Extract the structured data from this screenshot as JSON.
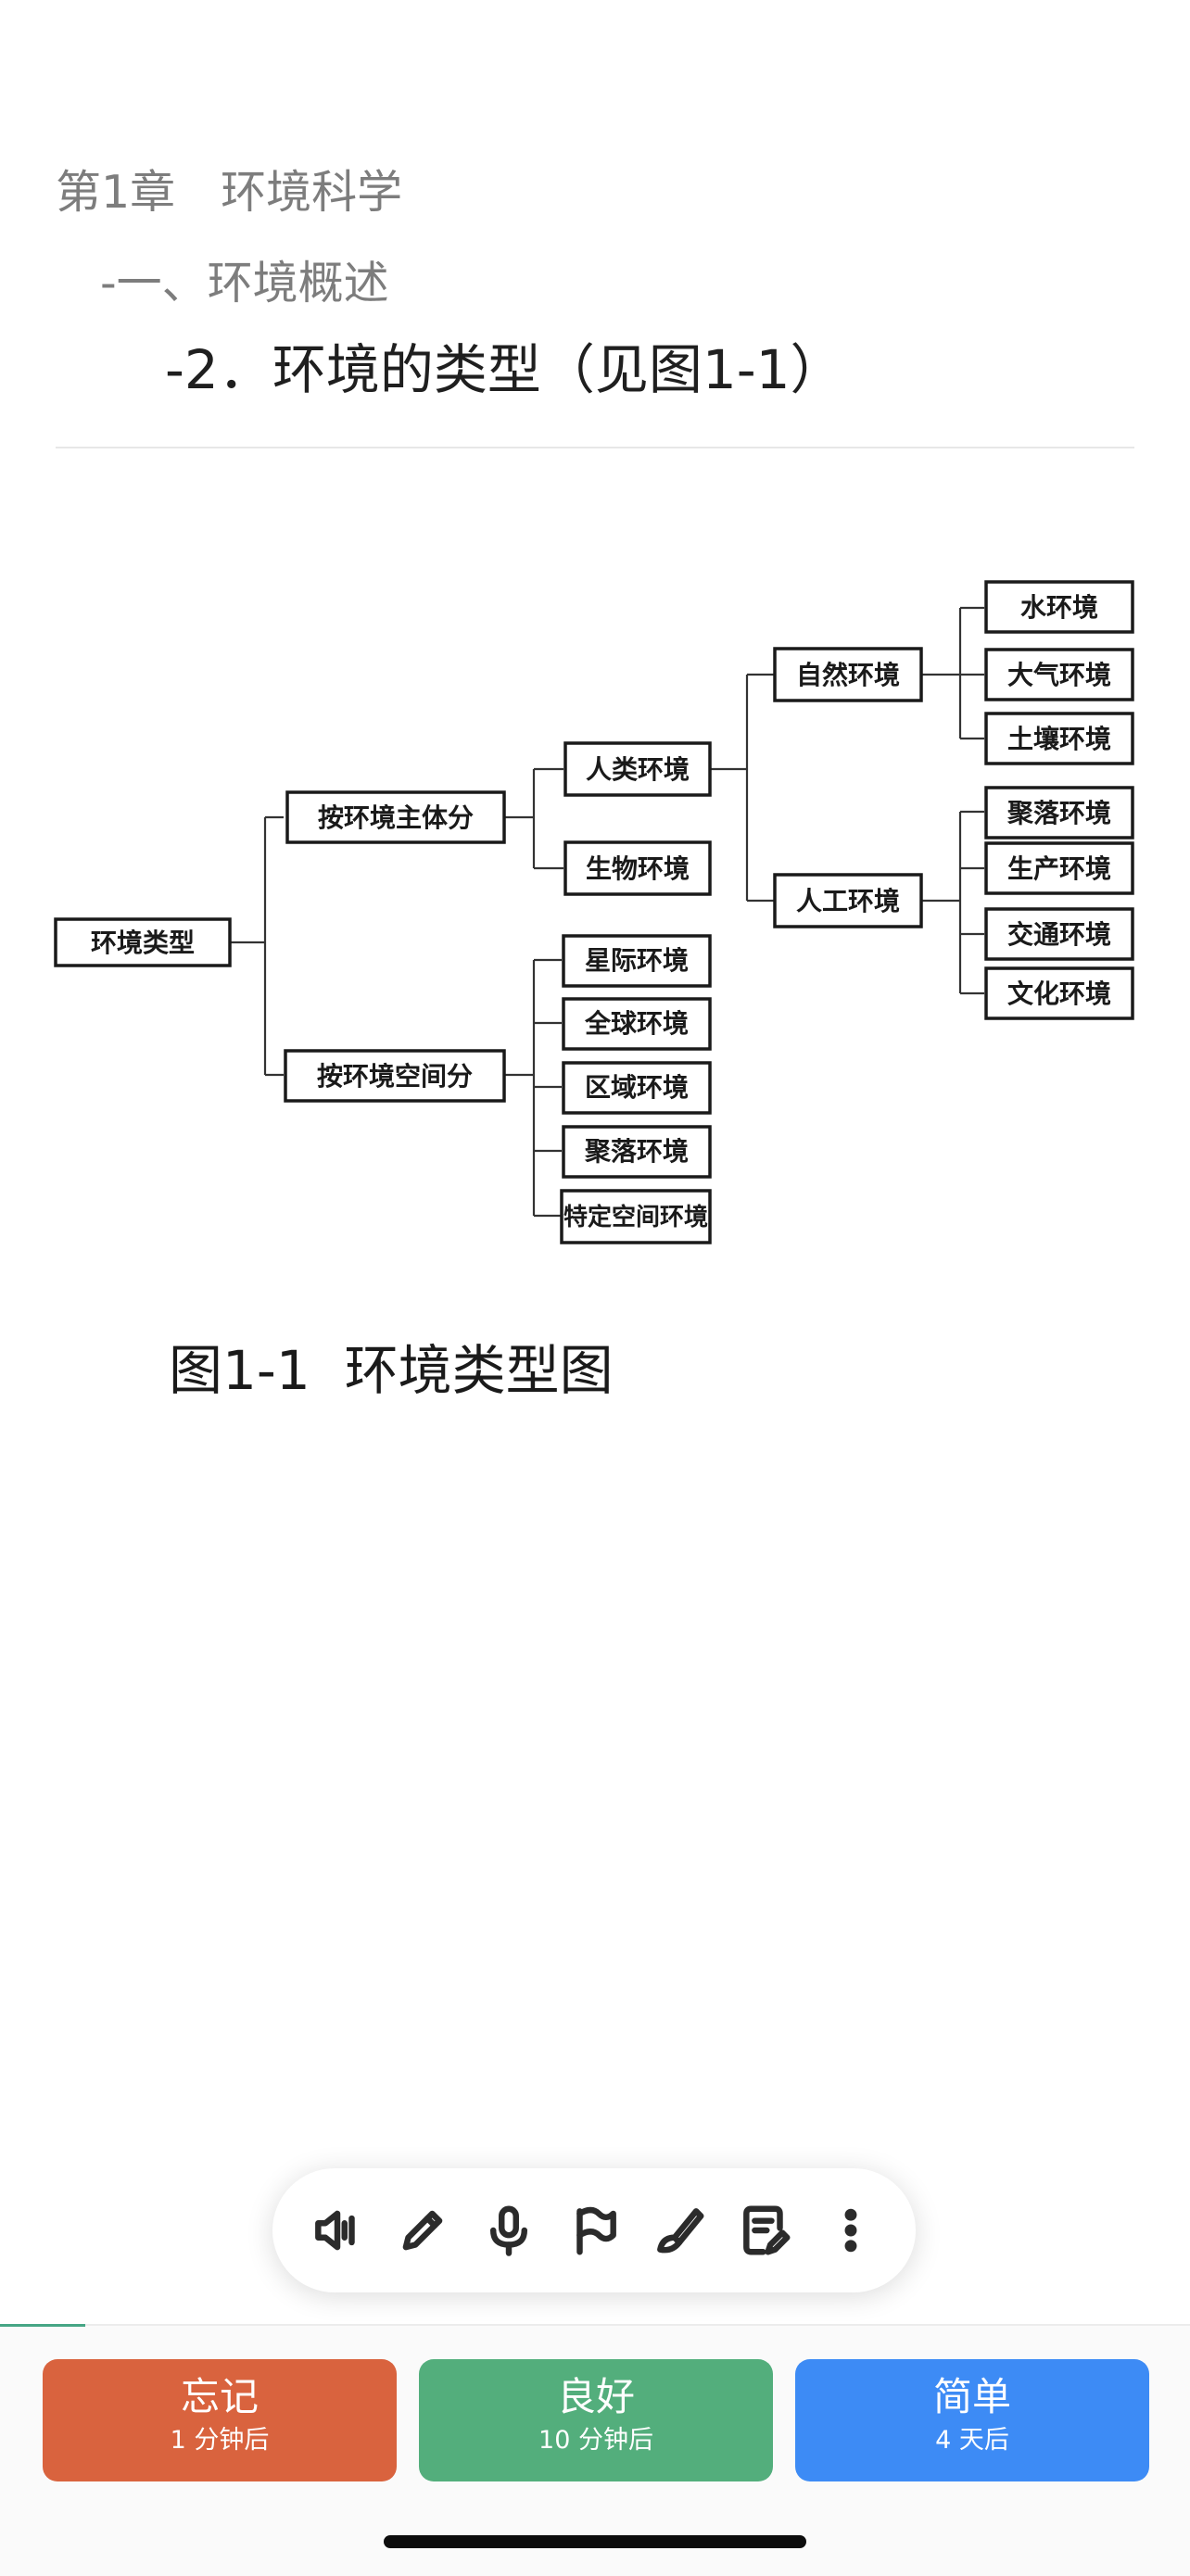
{
  "card": {
    "breadcrumb_chapter": "第1章　环境科学",
    "breadcrumb_section": "-一、环境概述",
    "title": "-2．环境的类型（见图1-1）",
    "caption": "图1-1  环境类型图"
  },
  "diagram": {
    "root": "环境类型",
    "by_subject": "按环境主体分",
    "by_space": "按环境空间分",
    "human_env": "人类环境",
    "bio_env": "生物环境",
    "natural_env": "自然环境",
    "artificial_env": "人工环境",
    "water_env": "水环境",
    "air_env": "大气环境",
    "soil_env": "土壤环境",
    "settlement_env_a": "聚落环境",
    "production_env": "生产环境",
    "transport_env": "交通环境",
    "culture_env": "文化环境",
    "stellar_env": "星际环境",
    "global_env": "全球环境",
    "regional_env": "区域环境",
    "settlement_env_b": "聚落环境",
    "specific_space_env": "特定空间环境"
  },
  "toolbar": {
    "icons": [
      "speaker-icon",
      "pencil-icon",
      "microphone-icon",
      "flag-icon",
      "brush-icon",
      "note-edit-icon",
      "more-icon"
    ]
  },
  "answers": {
    "again": {
      "label": "忘记",
      "interval": "1 分钟后",
      "color": "#d9633e"
    },
    "good": {
      "label": "良好",
      "interval": "10 分钟后",
      "color": "#53ae7c"
    },
    "easy": {
      "label": "简单",
      "interval": "4 天后",
      "color": "#3d8bf5"
    }
  }
}
